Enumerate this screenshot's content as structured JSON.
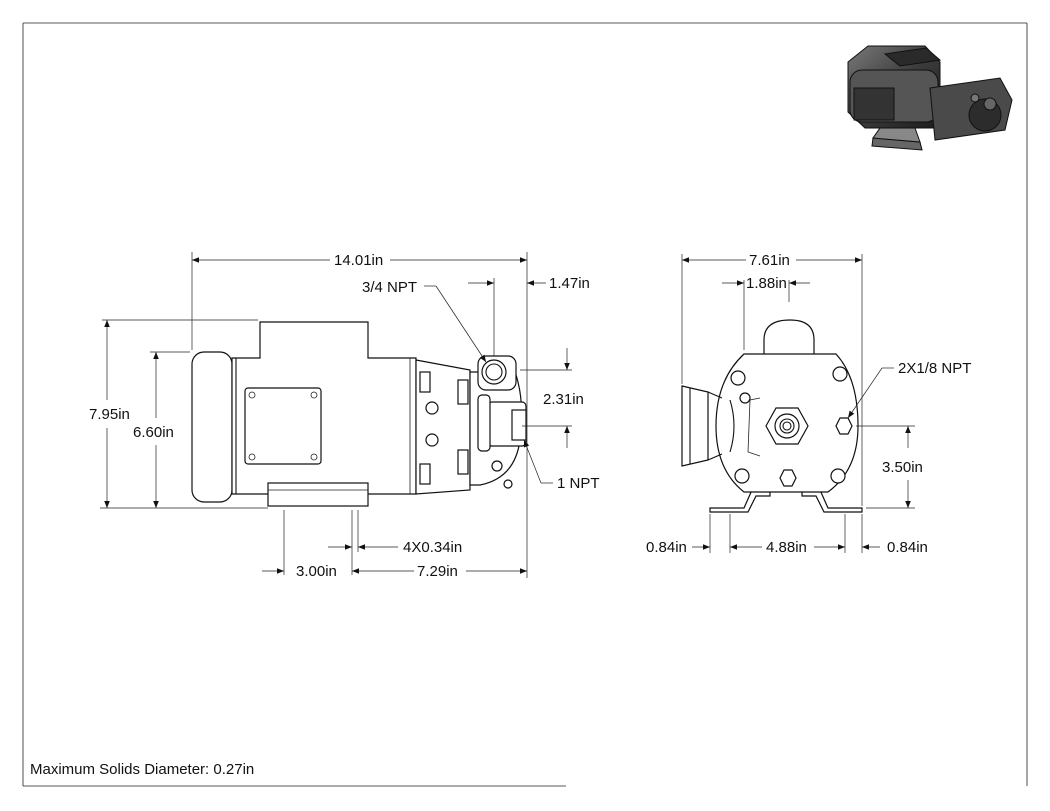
{
  "notes": {
    "max_solids": "Maximum Solids Diameter: 0.27in"
  },
  "side_view": {
    "overall_length": "14.01in",
    "suction_port": "3/4 NPT",
    "port_offset": "1.47in",
    "port_height": "2.31in",
    "discharge_port": "1 NPT",
    "overall_height": "7.95in",
    "motor_height": "6.60in",
    "mount_holes": "4X0.34in",
    "base_width": "3.00in",
    "base_to_end": "7.29in"
  },
  "front_view": {
    "overall_width": "7.61in",
    "top_offset": "1.88in",
    "drain_ports": "2X1/8 NPT",
    "shaft_height": "3.50in",
    "left_margin": "0.84in",
    "foot_span": "4.88in",
    "right_margin": "0.84in"
  },
  "icons": {
    "arrowheads": "arrowhead-icon",
    "thumbnail": "pump-3d-render-icon"
  }
}
